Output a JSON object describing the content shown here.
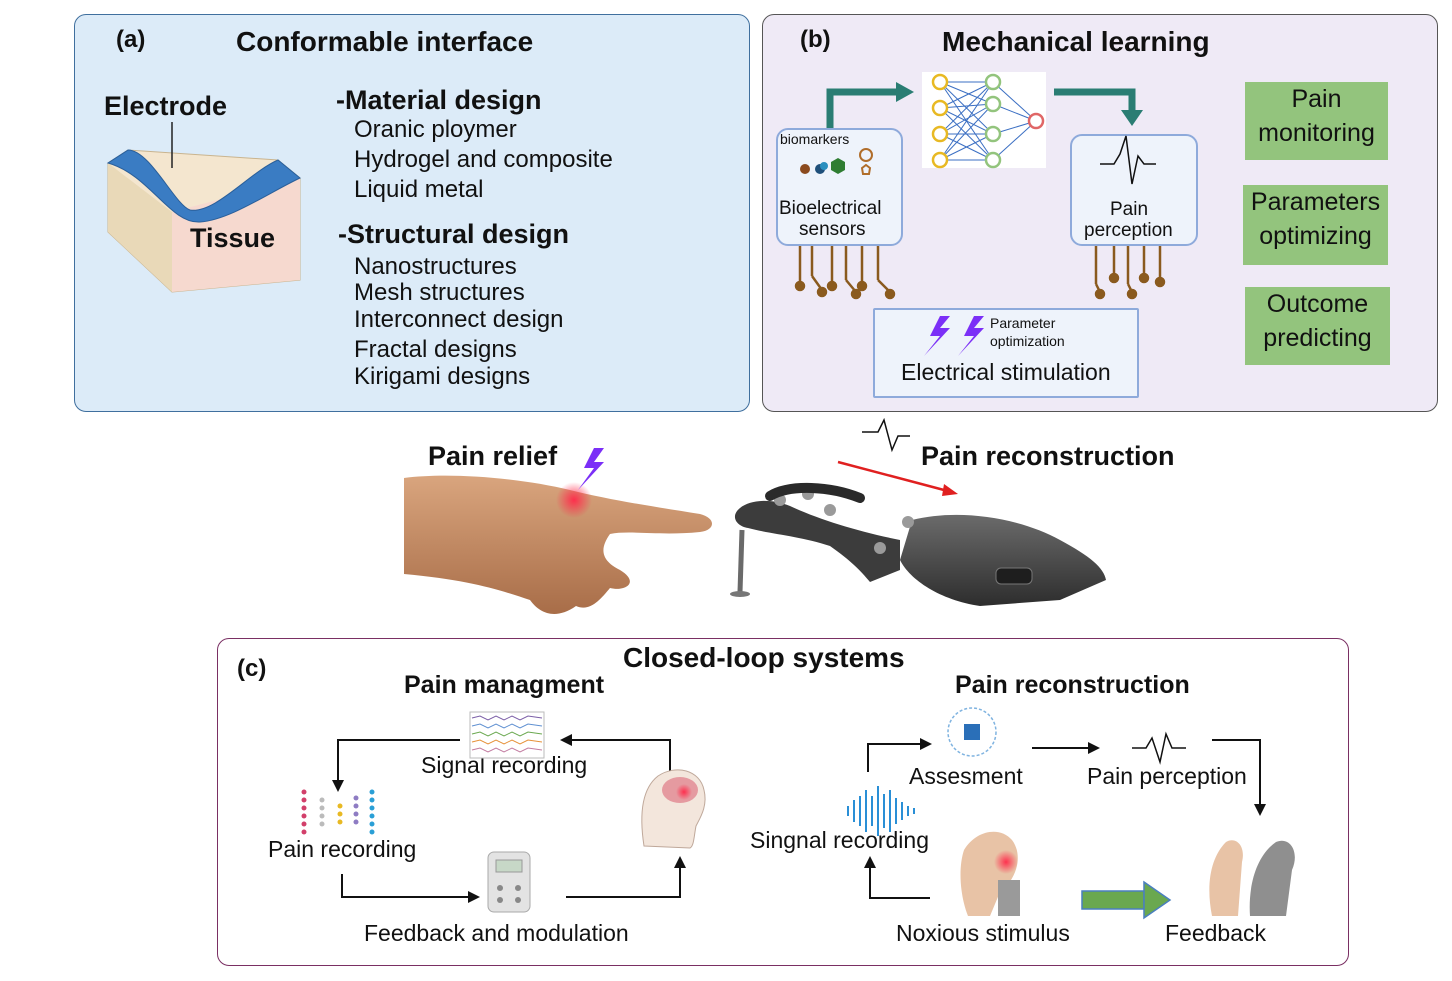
{
  "panel_a": {
    "label": "(a)",
    "title": "Conformable interface",
    "electrode_label": "Electrode",
    "tissue_label": "Tissue",
    "material_heading": "-Material design",
    "material_items": [
      "Oranic ploymer",
      "Hydrogel and composite",
      "Liquid metal"
    ],
    "structural_heading": "-Structural design",
    "structural_items": [
      "Nanostructures",
      "Mesh structures",
      "Interconnect design",
      "Fractal designs",
      "Kirigami designs"
    ],
    "colors": {
      "background": "#dcebf8",
      "electrode": "#3a7cc3"
    }
  },
  "panel_b": {
    "label": "(b)",
    "title": "Mechanical learning",
    "biomarkers_label": "biomarkers",
    "sensors_label_line1": "Bioelectrical",
    "sensors_label_line2": "sensors",
    "perception_line1": "Pain",
    "perception_line2": "perception",
    "param_opt_line1": "Parameter",
    "param_opt_line2": "optimization",
    "stimulation_label": "Electrical stimulation",
    "outcomes": [
      {
        "line1": "Pain",
        "line2": "monitoring"
      },
      {
        "line1": "Parameters",
        "line2": "optimizing"
      },
      {
        "line1": "Outcome",
        "line2": "predicting"
      }
    ],
    "colors": {
      "background": "#efeaf6",
      "outcome_box": "#93c47d",
      "arrow": "#2a7d73"
    }
  },
  "center": {
    "pain_relief": "Pain relief",
    "pain_reconstruction": "Pain reconstruction"
  },
  "panel_c": {
    "label": "(c)",
    "title": "Closed-loop systems",
    "management": {
      "heading": "Pain managment",
      "signal_recording": "Signal recording",
      "pain_recording": "Pain recording",
      "feedback_modulation": "Feedback and modulation"
    },
    "reconstruction": {
      "heading": "Pain reconstruction",
      "assessment": "Assesment",
      "pain_perception": "Pain perception",
      "signal_recording": "Singnal recording",
      "noxious_stimulus": "Noxious stimulus",
      "feedback": "Feedback"
    },
    "colors": {
      "border": "#7a2f63",
      "green_arrow": "#6aa84f"
    }
  }
}
